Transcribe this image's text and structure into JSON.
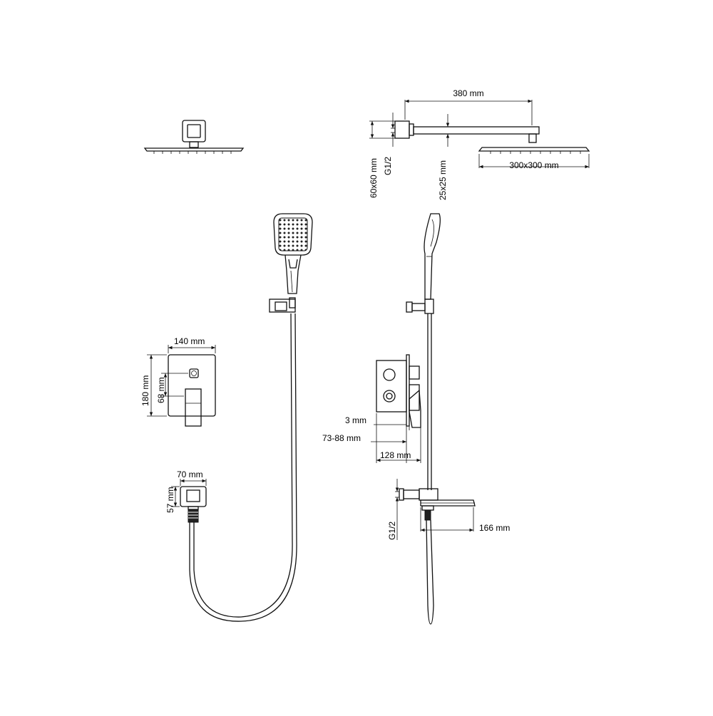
{
  "dimensions": {
    "arm_length": "380 mm",
    "head_size_side": "300x300 mm",
    "arm_section": "25x25 mm",
    "wall_flange": "60x60 mm",
    "thread_top": "G1/2",
    "plate_width": "140 mm",
    "plate_height": "180 mm",
    "handle_height": "68 mm",
    "outlet_width": "70 mm",
    "outlet_height": "57 mm",
    "gap": "3 mm",
    "depth_range": "73-88 mm",
    "total_depth": "128 mm",
    "thread_bottom": "G1/2",
    "spout_length": "166 mm"
  },
  "colors": {
    "line": "#111111",
    "background": "#ffffff"
  }
}
